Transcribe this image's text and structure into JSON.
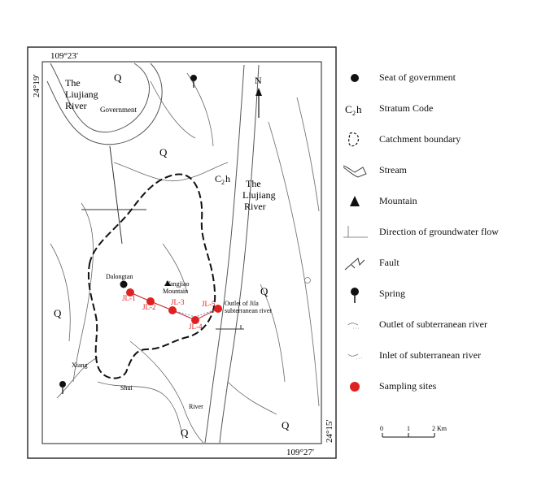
{
  "coords": {
    "top_left_lon": "109°23′",
    "top_left_lat": "24°19′",
    "bottom_right_lon": "109°27′",
    "bottom_right_lat": "24°15′"
  },
  "north_label": "N",
  "map_labels": {
    "liujiang_nw_1": "The",
    "liujiang_nw_2": "Liujiang",
    "liujiang_nw_3": "River",
    "government": "Government",
    "liujiang_c_1": "The",
    "liujiang_c_2": "Liujiang",
    "liujiang_c_3": "River",
    "stratum": "C",
    "stratum_sub": "2",
    "stratum_tail": "h",
    "dalongtan": "Dalongtan",
    "mountain_1": "Yangjiao",
    "mountain_2": "Mountain",
    "outlet_1": "Outlet of Jila",
    "outlet_2": "subterranean river",
    "xiang": "Xiang",
    "shui": "Shui",
    "river": "River",
    "q_labels": [
      "Q",
      "Q",
      "Q",
      "Q",
      "Q",
      "Q"
    ]
  },
  "sampling_sites": [
    {
      "label": "JL-1"
    },
    {
      "label": "JL-2"
    },
    {
      "label": "JL-3"
    },
    {
      "label": "JL-4"
    },
    {
      "label": "JL-5"
    }
  ],
  "scale": {
    "ticks": [
      "0",
      "1",
      "2 Km"
    ]
  },
  "legend": [
    {
      "icon": "seat-of-government-icon",
      "label": "Seat of government"
    },
    {
      "icon": "stratum-code-icon",
      "label": "Stratum Code",
      "code_main": "C",
      "code_sub": "2",
      "code_tail": "h"
    },
    {
      "icon": "catchment-boundary-icon",
      "label": "Catchment boundary"
    },
    {
      "icon": "stream-icon",
      "label": "Stream"
    },
    {
      "icon": "mountain-icon",
      "label": "Mountain"
    },
    {
      "icon": "groundwater-flow-icon",
      "label": "Direction of groundwater flow"
    },
    {
      "icon": "fault-icon",
      "label": "Fault"
    },
    {
      "icon": "spring-icon",
      "label": "Spring"
    },
    {
      "icon": "outlet-icon",
      "label": "Outlet of subterranean river"
    },
    {
      "icon": "inlet-icon",
      "label": "Inlet of subterranean river"
    },
    {
      "icon": "sampling-site-icon",
      "label": "Sampling sites"
    }
  ],
  "colors": {
    "sampling": "#e02020",
    "line": "#444444",
    "boundary": "#111111"
  }
}
